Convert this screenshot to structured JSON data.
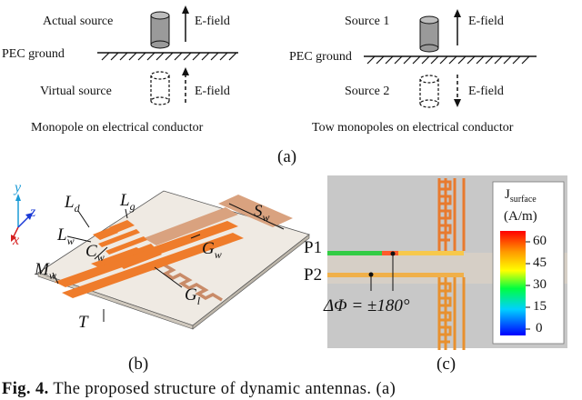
{
  "panel_a": {
    "left": {
      "actual_source": "Actual source",
      "efield_top": "E-field",
      "pec_ground": "PEC ground",
      "virtual_source": "Virtual source",
      "efield_bottom": "E-field",
      "caption": "Monopole on electrical conductor"
    },
    "right": {
      "source1": "Source 1",
      "efield_top": "E-field",
      "pec_ground": "PEC ground",
      "source2": "Source 2",
      "efield_bottom": "E-field",
      "caption": "Tow monopoles on electrical conductor"
    },
    "label": "(a)"
  },
  "panel_b": {
    "axis_y": "y",
    "axis_z": "z",
    "axis_x": "x",
    "labels": {
      "Ld": {
        "main": "L",
        "sub": "d"
      },
      "Lg": {
        "main": "L",
        "sub": "g"
      },
      "Lw": {
        "main": "L",
        "sub": "w"
      },
      "Cw": {
        "main": "C",
        "sub": "w"
      },
      "Sw": {
        "main": "S",
        "sub": "w"
      },
      "Gw": {
        "main": "G",
        "sub": "w"
      },
      "Mw": {
        "main": "M",
        "sub": "w"
      },
      "Gl": {
        "main": "G",
        "sub": "l"
      },
      "T": {
        "main": "T"
      }
    },
    "label": "(b)"
  },
  "panel_c": {
    "p1": "P1",
    "p2": "P2",
    "phase": "ΔΦ = ±180°",
    "colorbar": {
      "title_main": "J",
      "title_sub": "surface",
      "unit": "(A/m)",
      "ticks": [
        "60",
        "45",
        "30",
        "15",
        "0"
      ],
      "colors": [
        "#ff0000",
        "#ff8800",
        "#ffff00",
        "#00ff00",
        "#00ffff",
        "#0000ff"
      ]
    },
    "label": "(c)"
  },
  "figure_caption": {
    "fig": "Fig.",
    "number": "4.",
    "text": "The proposed structure of dynamic antennas. (a)"
  }
}
